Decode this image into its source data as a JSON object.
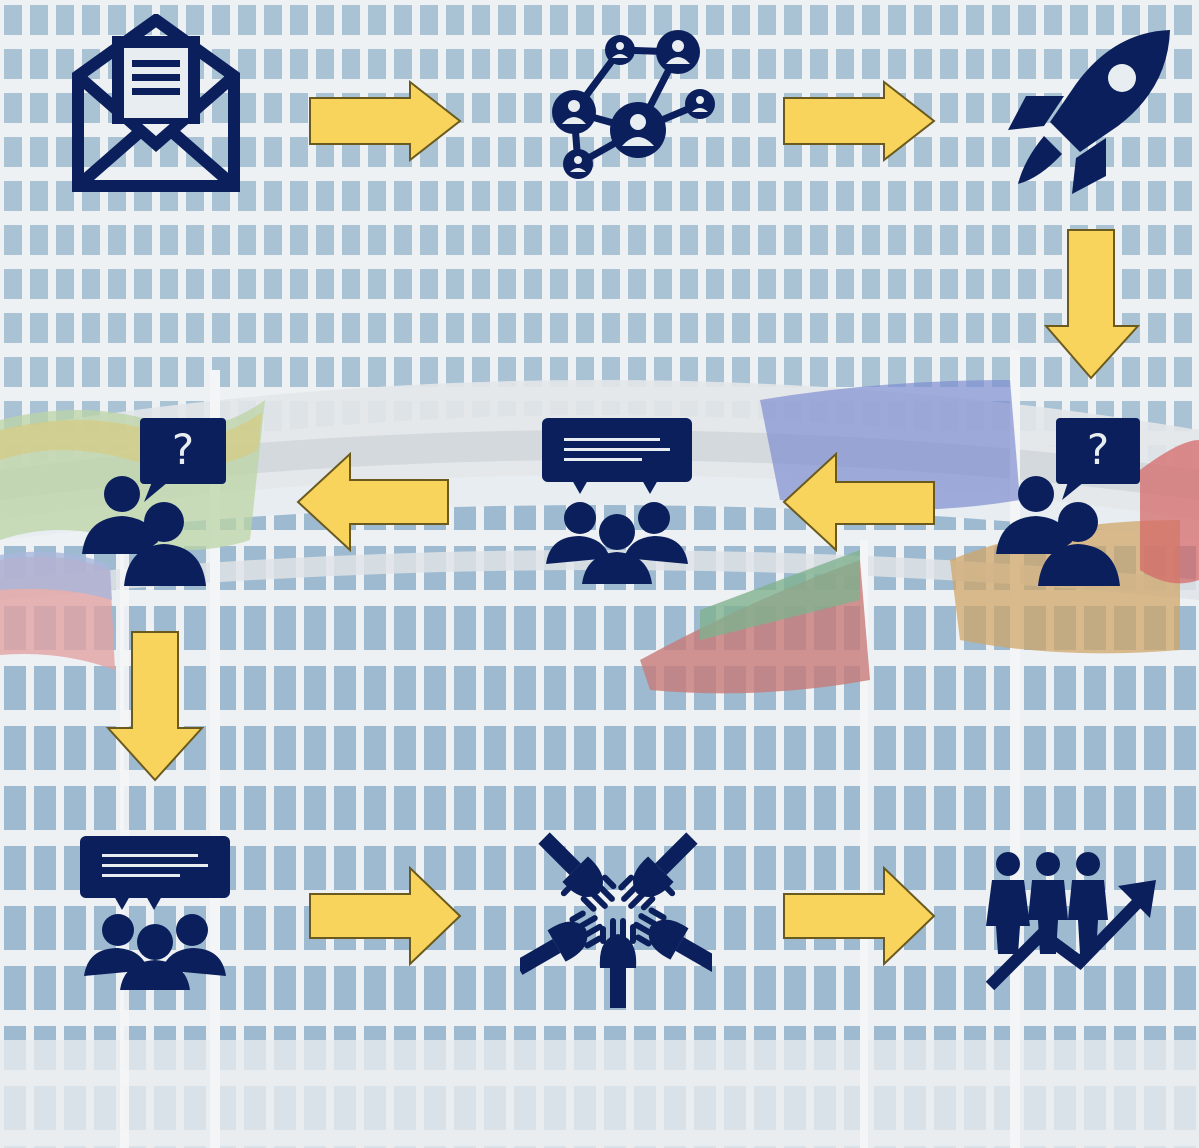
{
  "colors": {
    "icon": "#0a1f5c",
    "arrow_fill": "#f9d45c",
    "arrow_stroke": "#6b5a1e",
    "background_sky": "#e9eef3",
    "building_glass": "#8fb0c8",
    "building_frame": "#f1f3f5"
  },
  "flow": {
    "nodes": [
      {
        "id": "n1",
        "icon": "open-envelope-icon"
      },
      {
        "id": "n2",
        "icon": "people-network-icon"
      },
      {
        "id": "n3",
        "icon": "rocket-icon"
      },
      {
        "id": "n4",
        "icon": "people-question-icon"
      },
      {
        "id": "n5",
        "icon": "group-discussion-icon"
      },
      {
        "id": "n6",
        "icon": "people-question-icon"
      },
      {
        "id": "n7",
        "icon": "group-discussion-icon"
      },
      {
        "id": "n8",
        "icon": "hands-together-icon"
      },
      {
        "id": "n9",
        "icon": "people-growth-icon"
      }
    ],
    "arrows": [
      {
        "from": "n1",
        "to": "n2",
        "direction": "right"
      },
      {
        "from": "n2",
        "to": "n3",
        "direction": "right"
      },
      {
        "from": "n3",
        "to": "n4",
        "direction": "down"
      },
      {
        "from": "n4",
        "to": "n5",
        "direction": "left"
      },
      {
        "from": "n5",
        "to": "n6",
        "direction": "left"
      },
      {
        "from": "n6",
        "to": "n7",
        "direction": "down"
      },
      {
        "from": "n7",
        "to": "n8",
        "direction": "right"
      },
      {
        "from": "n8",
        "to": "n9",
        "direction": "right"
      }
    ]
  }
}
